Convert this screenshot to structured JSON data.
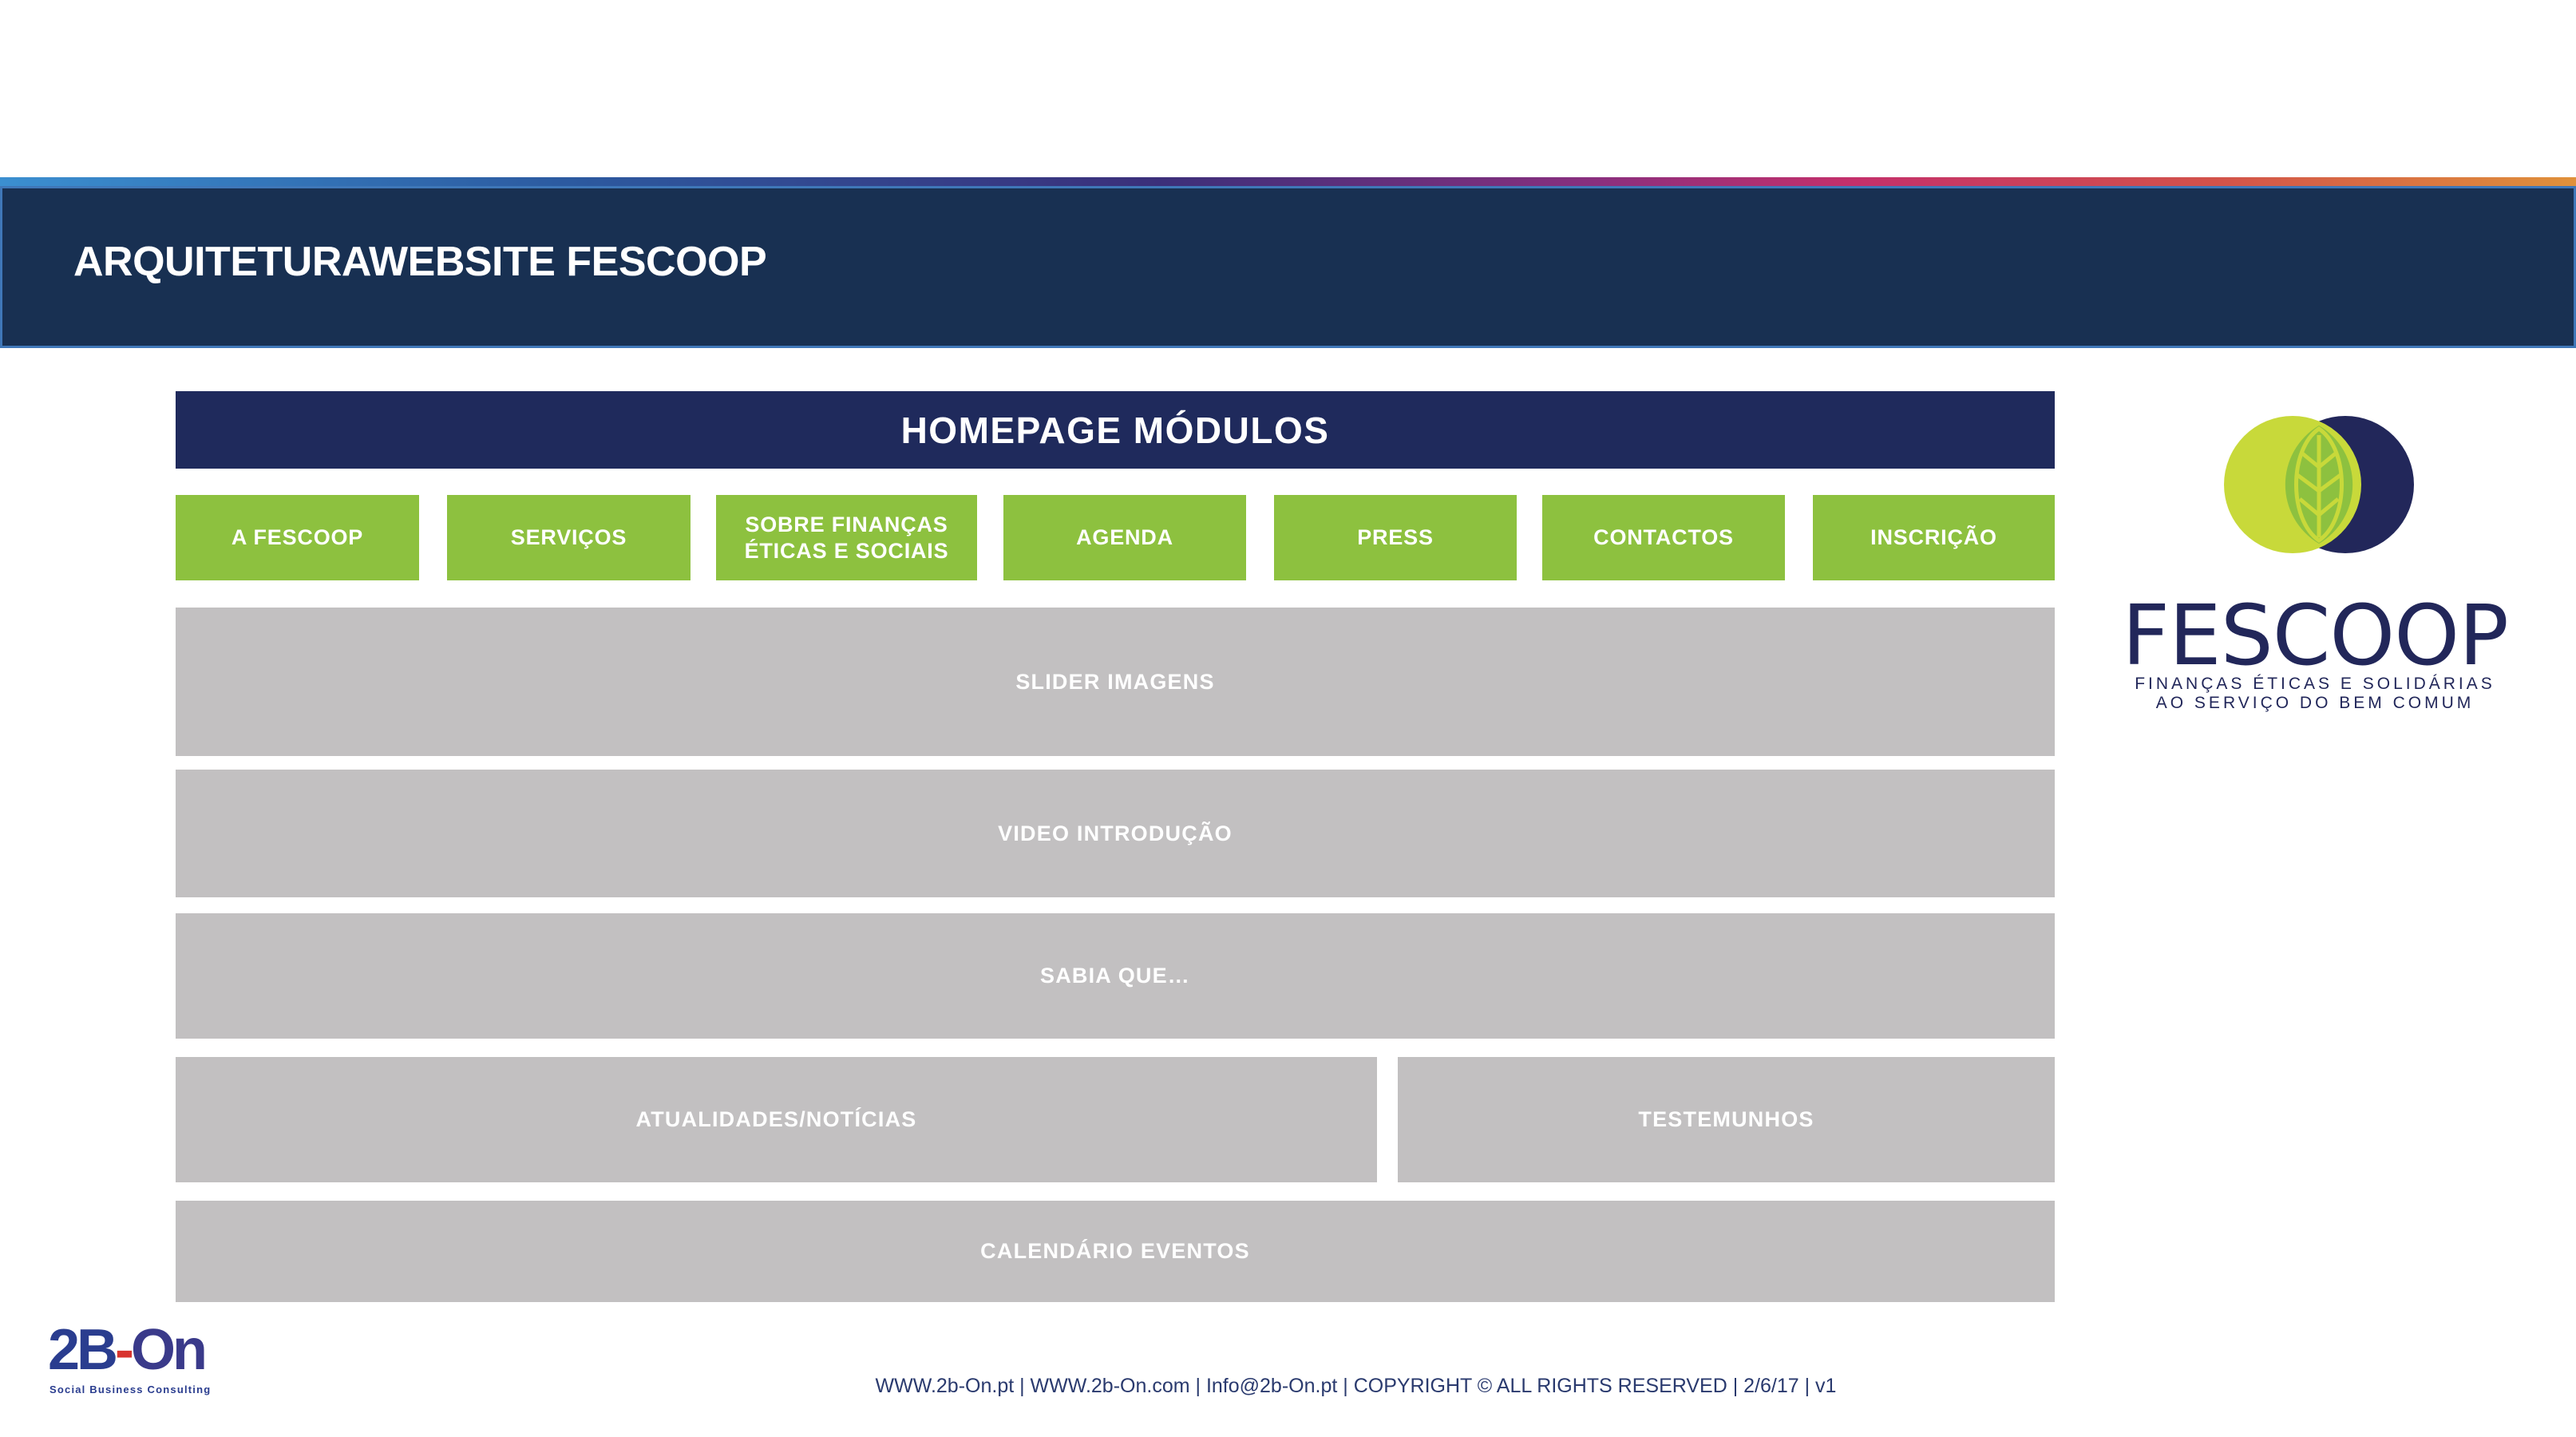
{
  "header": {
    "title": "ARQUITETURAWEBSITE FESCOOP"
  },
  "module_heading": "HOMEPAGE MÓDULOS",
  "nav": [
    {
      "label": "A FESCOOP"
    },
    {
      "label": "SERVIÇOS"
    },
    {
      "label": "SOBRE FINANÇAS ÉTICAS E SOCIAIS"
    },
    {
      "label": "AGENDA"
    },
    {
      "label": "PRESS"
    },
    {
      "label": "CONTACTOS"
    },
    {
      "label": "INSCRIÇÃO"
    }
  ],
  "blocks": {
    "slider": "SLIDER IMAGENS",
    "video": "VIDEO INTRODUÇÃO",
    "sabia": "SABIA QUE…",
    "atualidades": "ATUALIDADES/NOTÍCIAS",
    "testemunhos": "TESTEMUNHOS",
    "calendario": "CALENDÁRIO EVENTOS"
  },
  "logo": {
    "wordmark": "FESCOOP",
    "tagline_1": "FINANÇAS ÉTICAS E SOLIDÁRIAS",
    "tagline_2": "AO SERVIÇO DO BEM COMUM"
  },
  "brand": {
    "part1": "2B",
    "part2": "-",
    "part3": "On",
    "tagline": "Social Business Consulting"
  },
  "footer": "WWW.2b-On.pt | WWW.2b-On.com | Info@2b-On.pt | COPYRIGHT © ALL RIGHTS RESERVED | 2/6/17 | v1",
  "colors": {
    "header_bg": "#183052",
    "module_heading_bg": "#1f2a5c",
    "nav_green": "#8dc13f",
    "block_gray": "#c2c0c1",
    "logo_lime": "#c8d93a",
    "logo_navy": "#22275a"
  }
}
